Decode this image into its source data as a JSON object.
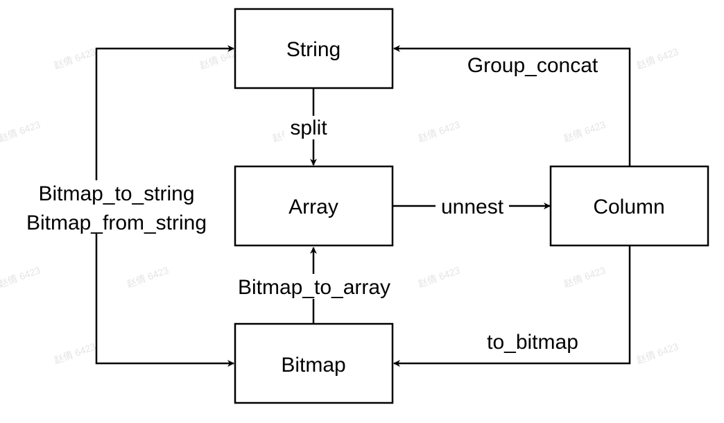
{
  "diagram": {
    "nodes": {
      "string": "String",
      "array": "Array",
      "column": "Column",
      "bitmap": "Bitmap"
    },
    "edges": {
      "split": "split",
      "unnest": "unnest",
      "group_concat": "Group_concat",
      "to_bitmap": "to_bitmap",
      "bitmap_to_array": "Bitmap_to_array",
      "bitmap_to_string": "Bitmap_to_string",
      "bitmap_from_string": "Bitmap_from_string"
    }
  },
  "watermark": "赵倩 6423",
  "colors": {
    "stroke": "#000000",
    "background": "#ffffff",
    "watermark": "#e4e4e4"
  }
}
